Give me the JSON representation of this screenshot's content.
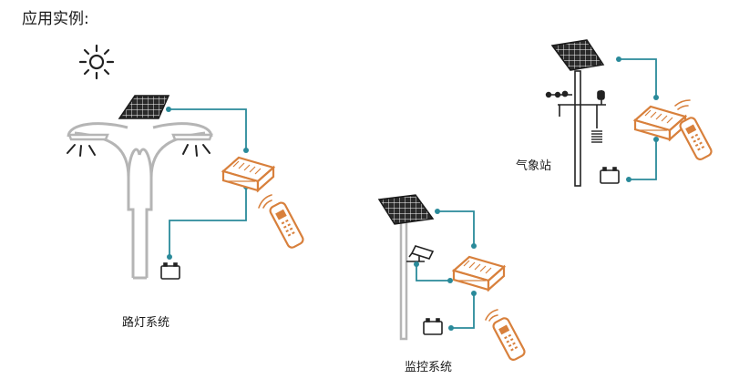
{
  "page": {
    "heading": "应用实例:"
  },
  "systems": {
    "street_light": {
      "caption": "路灯系统"
    },
    "weather_station": {
      "caption": "气象站"
    },
    "monitoring": {
      "caption": "监控系统"
    }
  },
  "colors": {
    "wire": "#2a8a9a",
    "controller": "#d8803c",
    "pole": "#b8b8b8",
    "panel": "#2a2a2a",
    "dark": "#222222"
  },
  "icons": [
    "sun-icon",
    "solar-panel-icon",
    "charge-controller-icon",
    "remote-control-icon",
    "battery-icon",
    "camera-icon",
    "weather-sensor-icon",
    "street-lamp-icon"
  ]
}
